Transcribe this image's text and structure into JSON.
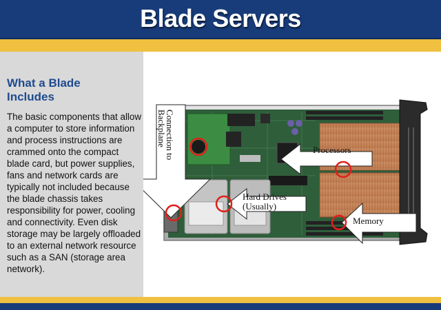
{
  "header": {
    "title": "Blade Servers"
  },
  "sidebar": {
    "heading_line1": "What a Blade",
    "heading_line2": "Includes",
    "body": "The basic components that allow a computer to store information and process instructions are crammed onto the compact blade card, but power supplies, fans and network cards are typically not included because the blade chassis takes responsibility for power, cooling and connectivity. Even disk storage may be largely offloaded to an external network resource such as a SAN (storage area network)."
  },
  "diagram": {
    "label_backplane_line1": "Connection to",
    "label_backplane_line2": "Backplane",
    "label_processors": "Processors",
    "label_hard_drives_line1": "Hard Drives",
    "label_hard_drives_line2": "(Usually)",
    "label_memory": "Memory"
  },
  "colors": {
    "header_blue": "#183c7a",
    "accent_gold": "#f0c040",
    "heading_blue": "#1f4b8f",
    "marker_red": "#e0201a"
  }
}
